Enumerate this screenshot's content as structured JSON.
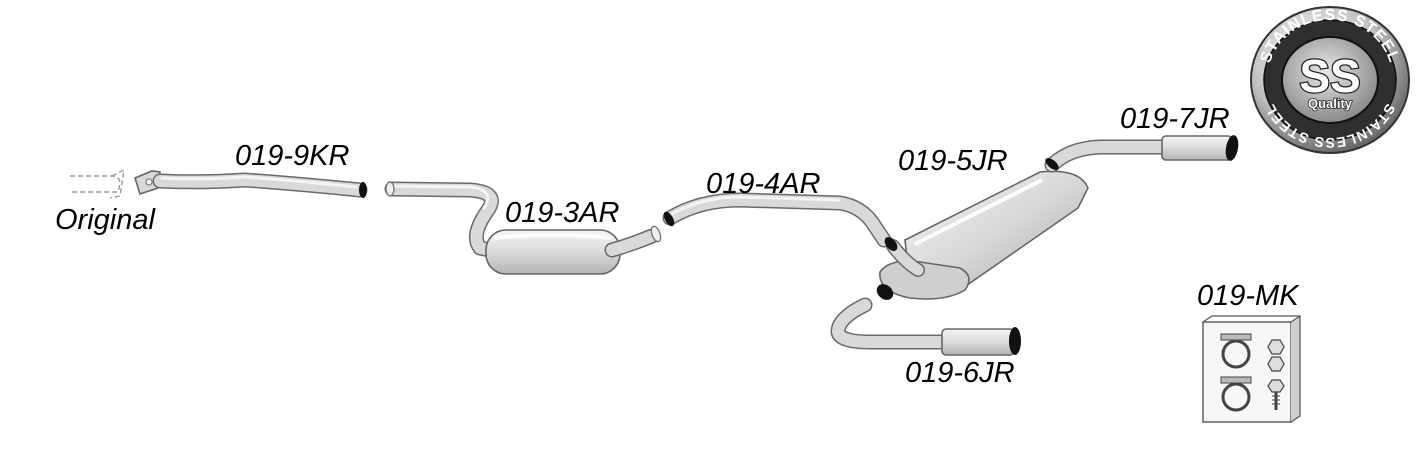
{
  "labels": {
    "original": "Original",
    "front_pipe": "019-9KR",
    "centre_silencer": "019-3AR",
    "intermediate_pipe": "019-4AR",
    "rear_silencer": "019-5JR",
    "tailpipe_upper": "019-7JR",
    "tailpipe_lower": "019-6JR",
    "mounting_kit": "019-MK"
  },
  "badge": {
    "ring_text": "STAINLESS STEEL",
    "center_text": "SS",
    "quality_text": "Quality"
  },
  "colors": {
    "metal_light": "#f2f2f2",
    "metal_mid": "#d6d6d6",
    "metal_dark": "#9a9a9a",
    "outline": "#666666",
    "pipe_end": "#111111",
    "label_text": "#000000"
  }
}
